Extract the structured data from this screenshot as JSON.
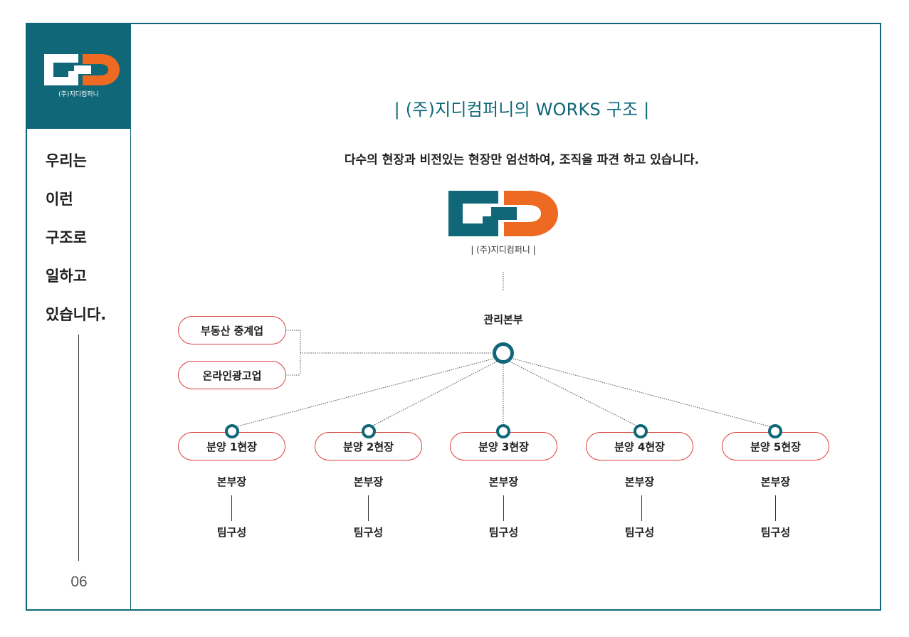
{
  "brand": {
    "caption": "(주)지디컴퍼니"
  },
  "sidebar": {
    "words": [
      "우리는",
      "이런",
      "구조로",
      "일하고",
      "있습니다."
    ],
    "page_number": "06"
  },
  "main": {
    "title": "| (주)지디컴퍼니의 WORKS 구조 |",
    "subtitle": "다수의 현장과 비전있는 현장만 엄선하여, 조직을 파견 하고 있습니다.",
    "logo_caption": "| (주)지디컴퍼니 |"
  },
  "org": {
    "hq_label": "관리본부",
    "side_units": [
      "부동산 중계업",
      "온라인광고업"
    ],
    "sites": [
      {
        "label": "분양 1현장",
        "manager": "본부장",
        "team": "팀구성"
      },
      {
        "label": "분양 2현장",
        "manager": "본부장",
        "team": "팀구성"
      },
      {
        "label": "분양 3현장",
        "manager": "본부장",
        "team": "팀구성"
      },
      {
        "label": "분양 4현장",
        "manager": "본부장",
        "team": "팀구성"
      },
      {
        "label": "분양 5현장",
        "manager": "본부장",
        "team": "팀구성"
      }
    ]
  },
  "colors": {
    "teal": "#106778",
    "orange": "#ee6a23",
    "red_outline": "#d9403a"
  }
}
